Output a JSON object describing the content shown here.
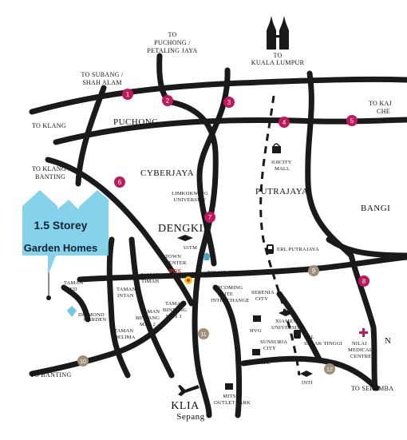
{
  "callout": {
    "title": "1.5 Storey",
    "subtitle": "Garden Homes"
  },
  "destinations": {
    "puchong_petaling": [
      "TO",
      "PUCHONG /",
      "PETALING JAYA"
    ],
    "kuala_lumpur": [
      "TO",
      "KUALA LUMPUR"
    ],
    "subang_shah_alam": [
      "TO SUBANG /",
      "SHAH ALAM"
    ],
    "klang": "TO KLANG",
    "klang_banting": [
      "TO KLANG /",
      "BANTING"
    ],
    "kajang": [
      "TO KAJ",
      "CHE"
    ],
    "banting": "TO BANTING",
    "seremban": "TO SEREMBA",
    "edge_n": "N"
  },
  "areas": {
    "puchong": "PUCHONG",
    "cyberjaya": "CYBERJAYA",
    "putrajaya": "PUTRAJAYA",
    "bangi": "BANGI",
    "dengkil": "DENGKIL",
    "klia": [
      "KLIA",
      "Sepang"
    ]
  },
  "places": {
    "ioi_city_mall": [
      "IOICITY",
      "MALL"
    ],
    "limkokwing": [
      "LIMKOKWING",
      "UNIVERSITY"
    ],
    "uitm": "UiTM",
    "town_centre": [
      "TOWN",
      "CENTER"
    ],
    "police_station": "POLICE STATION",
    "pos": "POS",
    "erl_putrajaya": "ERL PUTRAJAYA",
    "elite_interchange": [
      "UPCOMING",
      "ELITE",
      "INTERCHANGE"
    ],
    "serenia_city": [
      "SERENIA",
      "CITY"
    ],
    "xiamen": [
      "XIAMEN",
      "UNIVERSITY"
    ],
    "hvo": "HVO",
    "sunsuria_city": [
      "SUNSURIA",
      "CITY"
    ],
    "erl_salak_tinggi": [
      "ERL",
      "SALAK TINGGI"
    ],
    "nilai_medical": [
      "NILAI",
      "MEDICAL",
      "CENTRE"
    ],
    "kip_mall": "KIP MALL",
    "inti": "INTI",
    "mitsui": [
      "MITSUI",
      "OUTLET PARK"
    ],
    "diamond": [
      "DIAMOND",
      "GARDEN"
    ],
    "taman_jed": [
      "TAMAN",
      "JED"
    ],
    "taman_intan": [
      "TAMAN",
      "INTAN"
    ],
    "taman_timah": [
      "TAMAN",
      "TIMAH"
    ],
    "taman_bintang_mas2": [
      "TAMAN",
      "BINTANG",
      "MAS 2"
    ],
    "taman_bintang_mas1": [
      "TAMAN",
      "BINTANG",
      "MAS 1"
    ],
    "taman_delima": [
      "TAMAN",
      "DELIMA"
    ]
  },
  "route_markers": [
    "1",
    "2",
    "3",
    "4",
    "5",
    "6",
    "7",
    "8",
    "9",
    "10",
    "11",
    "12"
  ],
  "colors": {
    "marker_pink": "#c2185b",
    "marker_tan": "#a08f7a",
    "house_blue": "#6ecbe6",
    "road": "#1a1a1a"
  },
  "icons": [
    "kl-twin-towers-icon",
    "mall-icon",
    "university-icon",
    "train-icon",
    "police-icon",
    "medical-cross-icon",
    "airplane-icon",
    "house-icon",
    "location-pin-icon",
    "diamond-logo-icon"
  ]
}
